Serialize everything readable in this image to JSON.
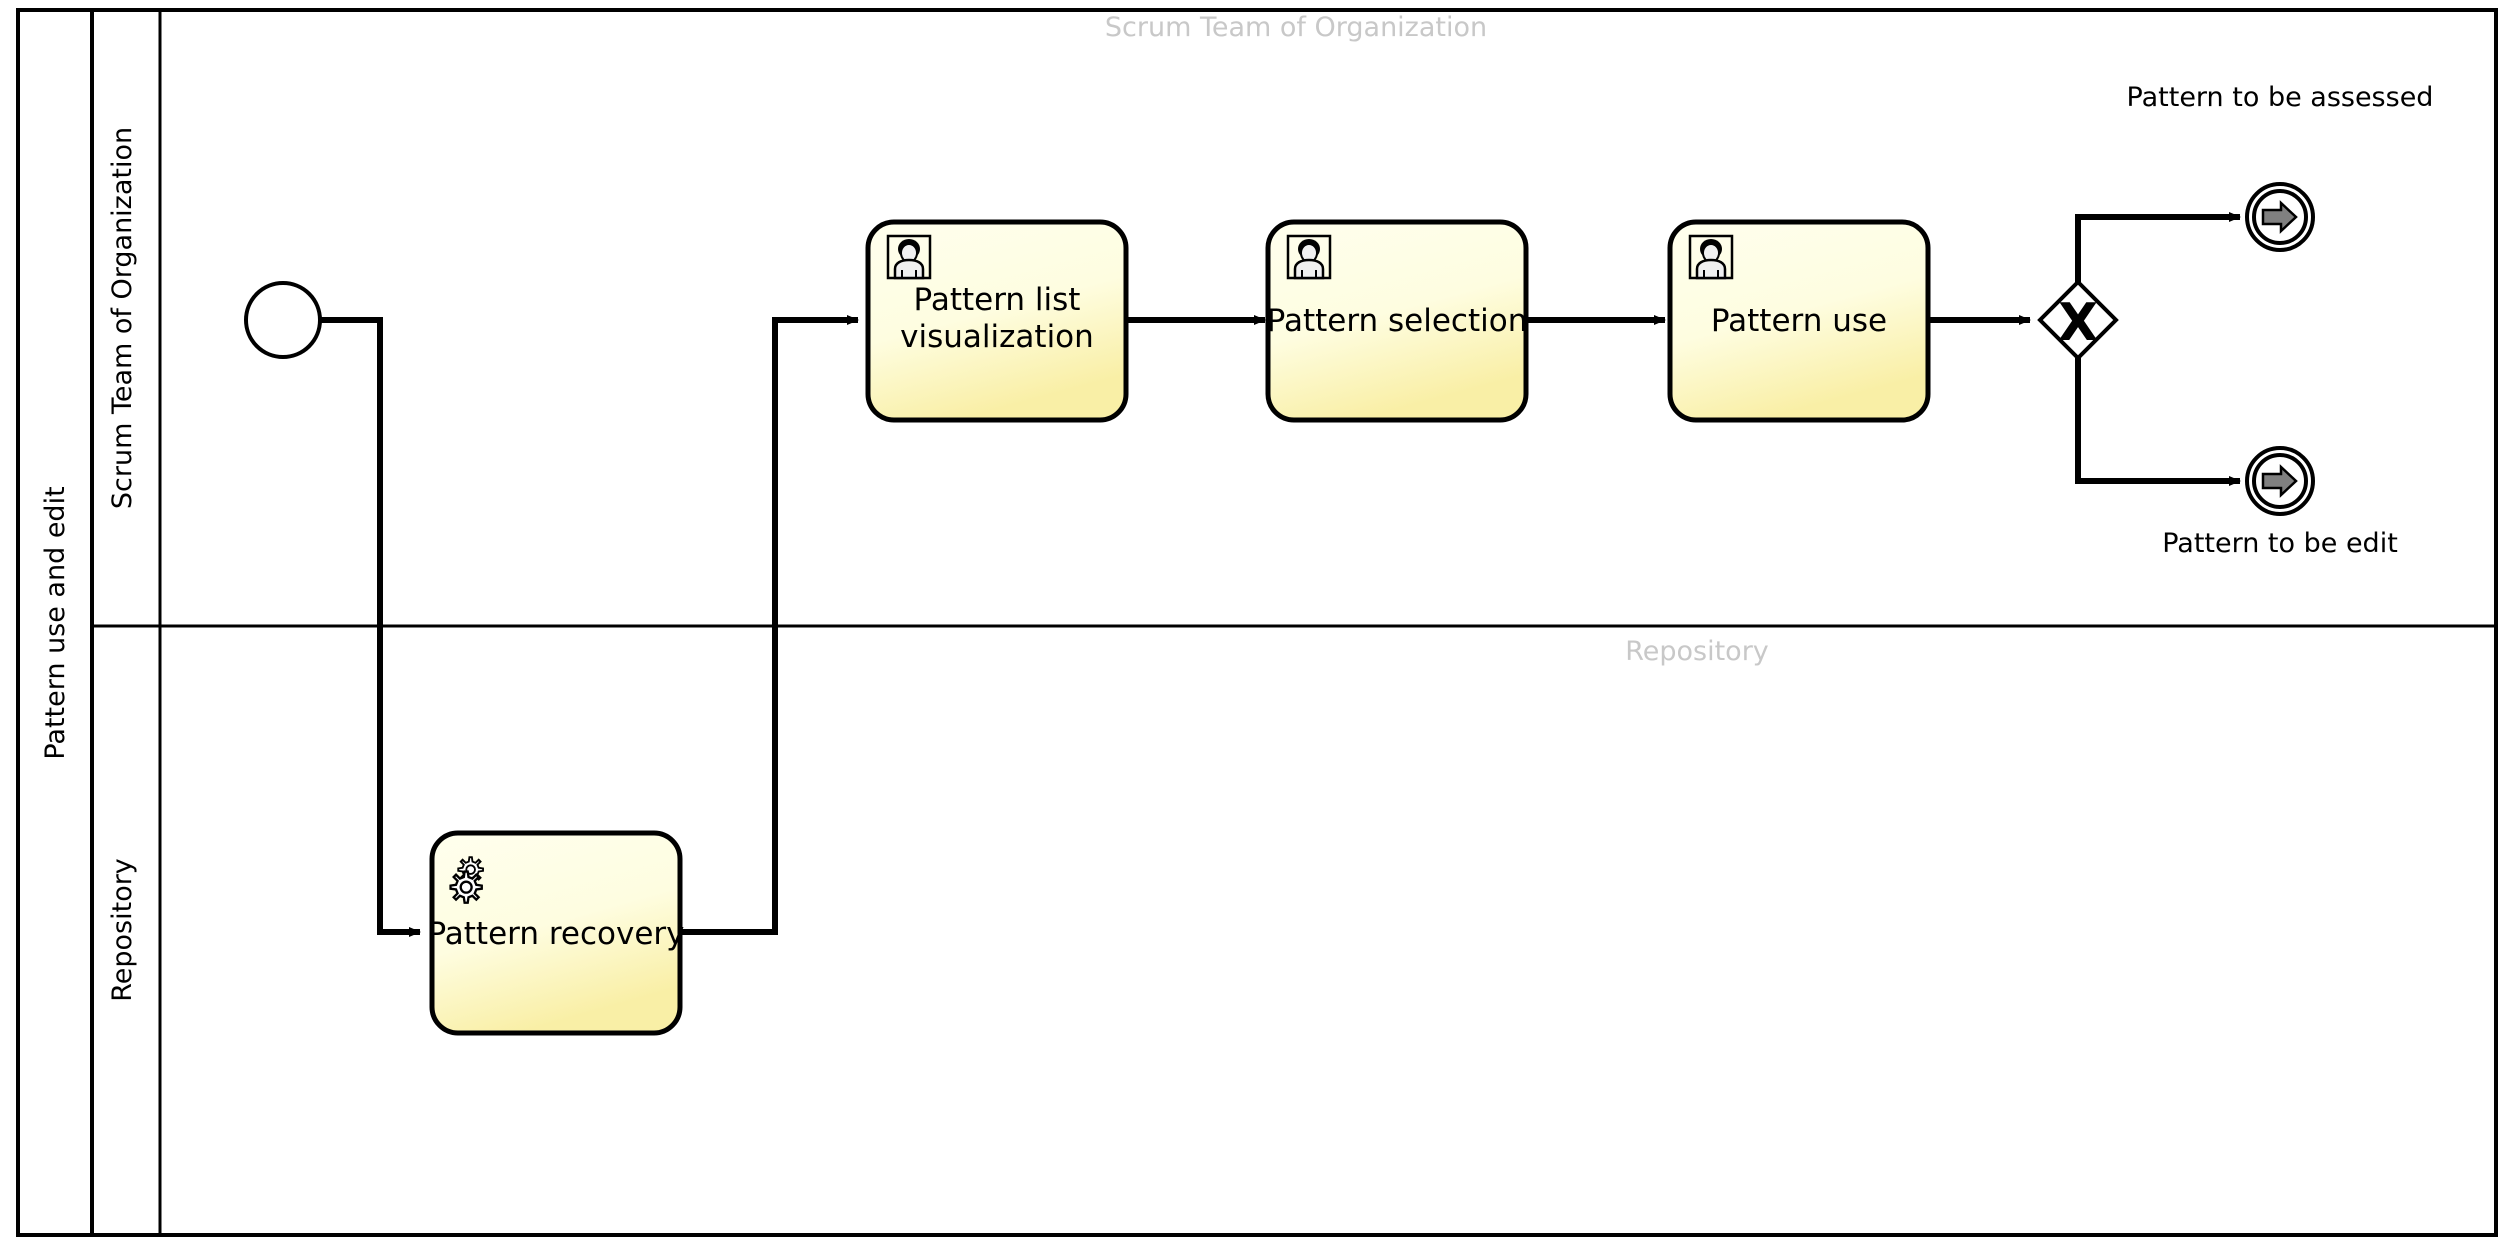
{
  "diagram": {
    "type": "bpmn-process-diagram",
    "pool": {
      "label": "Pattern use and edit",
      "lanes": [
        {
          "id": "lane-scrum-team",
          "side_label": "Scrum Team of Organization",
          "header_label": "Scrum Team of Organization"
        },
        {
          "id": "lane-repository",
          "side_label": "Repository",
          "header_label": "Repository"
        }
      ]
    },
    "nodes": {
      "start_event": {
        "id": "start-event",
        "type": "start-event",
        "label": ""
      },
      "task_pattern_recovery": {
        "id": "task-pattern-recovery",
        "type": "service-task",
        "label": "Pattern recovery",
        "icon": "gear-icon"
      },
      "task_pattern_list_visualization": {
        "id": "task-pattern-list-visualization",
        "type": "manual-task",
        "label_line1": "Pattern list",
        "label_line2": "visualization",
        "icon": "user-icon"
      },
      "task_pattern_selection": {
        "id": "task-pattern-selection",
        "type": "manual-task",
        "label": "Pattern selection",
        "icon": "user-icon"
      },
      "task_pattern_use": {
        "id": "task-pattern-use",
        "type": "manual-task",
        "label": "Pattern use",
        "icon": "user-icon"
      },
      "gateway": {
        "id": "exclusive-gateway",
        "type": "exclusive-gateway",
        "marker": "X"
      },
      "end_event_assessed": {
        "id": "end-event-pattern-to-be-assessed",
        "type": "link-throw-end-event",
        "label": "Pattern to be assessed"
      },
      "end_event_edit": {
        "id": "end-event-pattern-to-be-edit",
        "type": "link-throw-end-event",
        "label": "Pattern to be edit"
      }
    },
    "colors": {
      "task_fill_top": "#ffffe8",
      "task_fill_bottom": "#fbf0a8",
      "stroke": "#000000",
      "lane_header_text": "#c8c8c8",
      "event_arrow_fill": "#808080"
    }
  }
}
